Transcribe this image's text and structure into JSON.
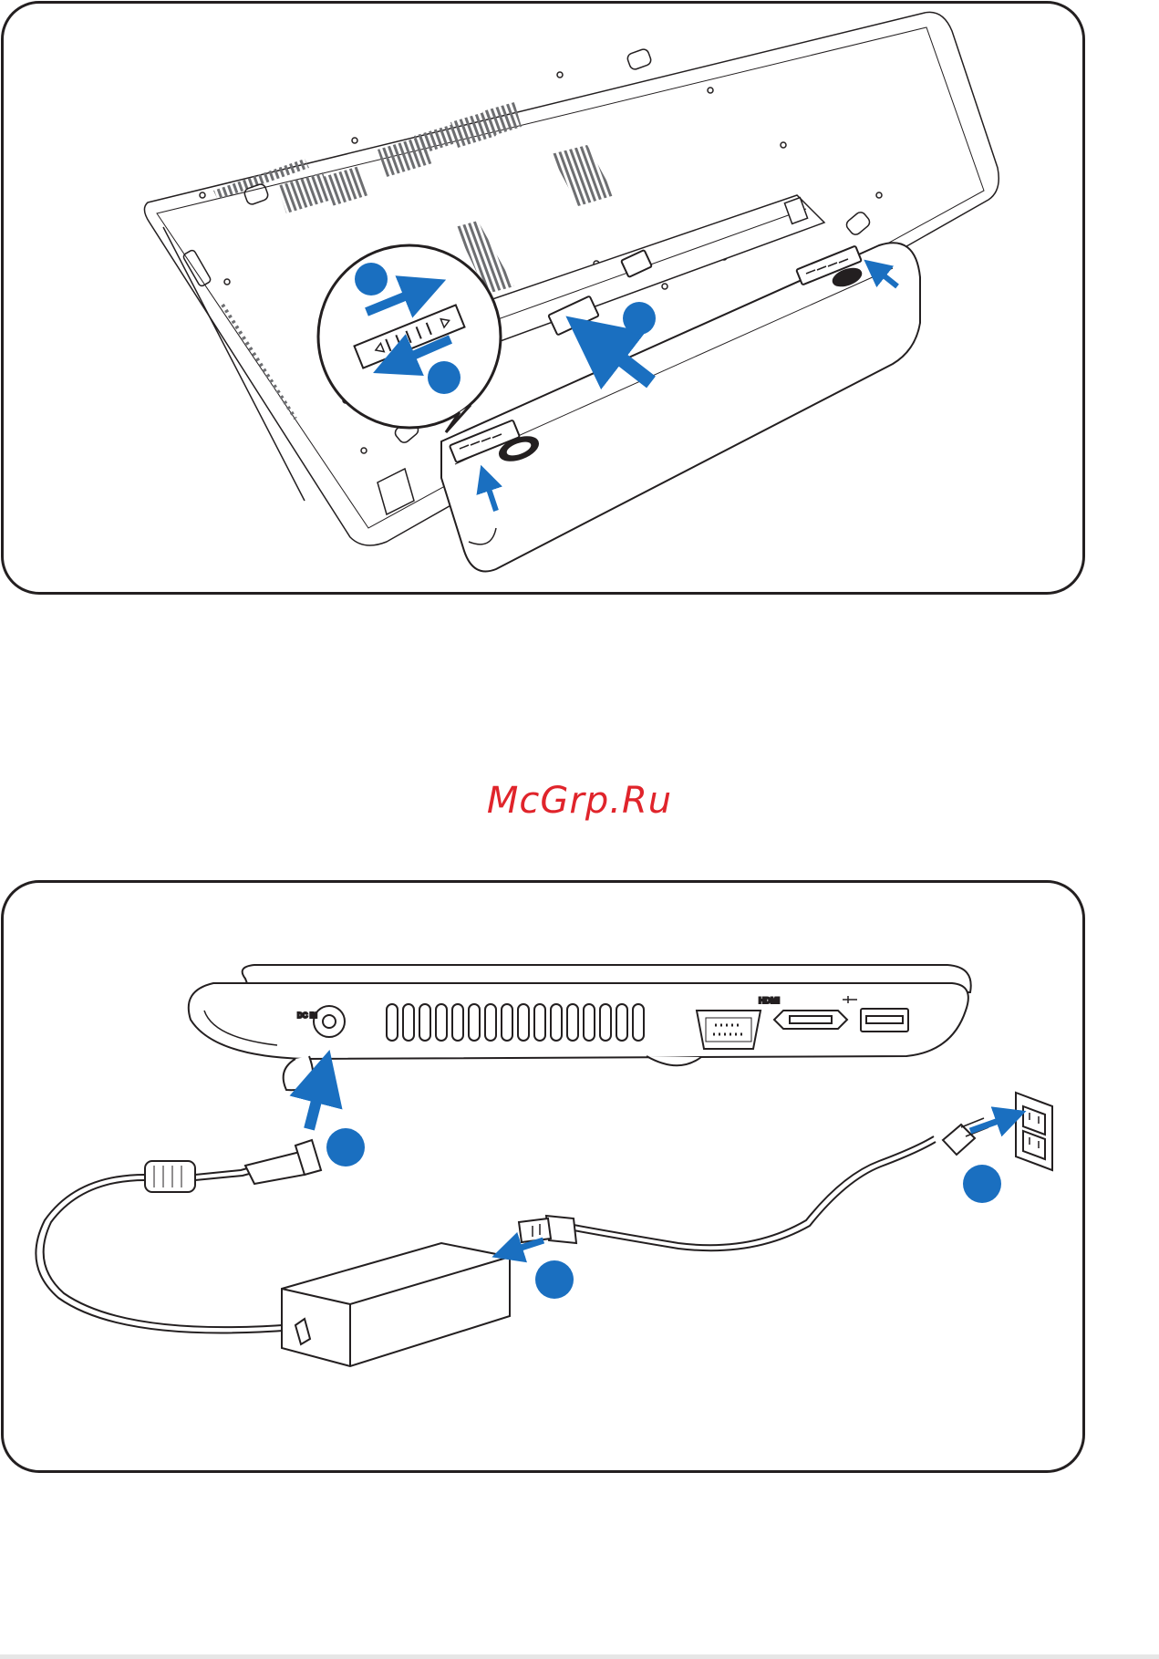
{
  "figure_battery": {
    "step_markers": [
      "",
      "",
      ""
    ]
  },
  "figure_power": {
    "port_labels": {
      "dc_in": "DC IN",
      "hdmi": "HDMI"
    },
    "step_markers": [
      "",
      "",
      ""
    ]
  },
  "watermark": {
    "text": "McGrp.Ru"
  },
  "colors": {
    "accent_blue": "#1a6fc0",
    "outline": "#231f20",
    "watermark_red": "#e0242b"
  }
}
